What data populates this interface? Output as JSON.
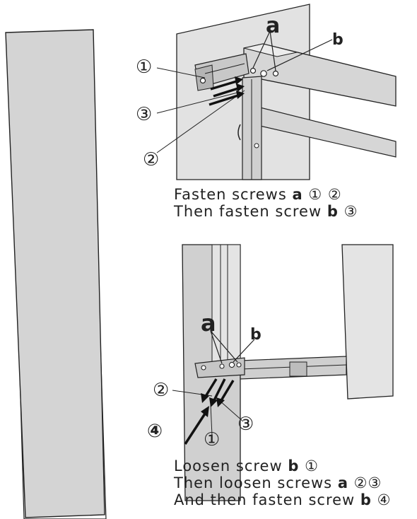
{
  "top_panel": {
    "letter_a": "a",
    "letter_b": "b",
    "callout_1": "①",
    "callout_2": "②",
    "callout_3": "③",
    "caption_line1_text": "Fasten screws",
    "caption_line1_bold": "a",
    "caption_line1_tail": "① ②",
    "caption_line2_text": "Then fasten screw",
    "caption_line2_bold": "b",
    "caption_line2_tail": "③"
  },
  "bottom_panel": {
    "letter_a": "a",
    "letter_b": "b",
    "callout_1": "①",
    "callout_2": "②",
    "callout_3": "③",
    "callout_4": "④",
    "caption_line1_text": "Loosen screw",
    "caption_line1_bold": "b",
    "caption_line1_tail": "①",
    "caption_line2_text": "Then loosen screws",
    "caption_line2_bold": "a",
    "caption_line2_tail": "②③",
    "caption_line3_text": "And then fasten screw",
    "caption_line3_bold": "b",
    "caption_line3_tail": "④"
  },
  "colors": {
    "door_fill": "#d4d4d4",
    "line": "#222222",
    "paper": "#ffffff"
  }
}
